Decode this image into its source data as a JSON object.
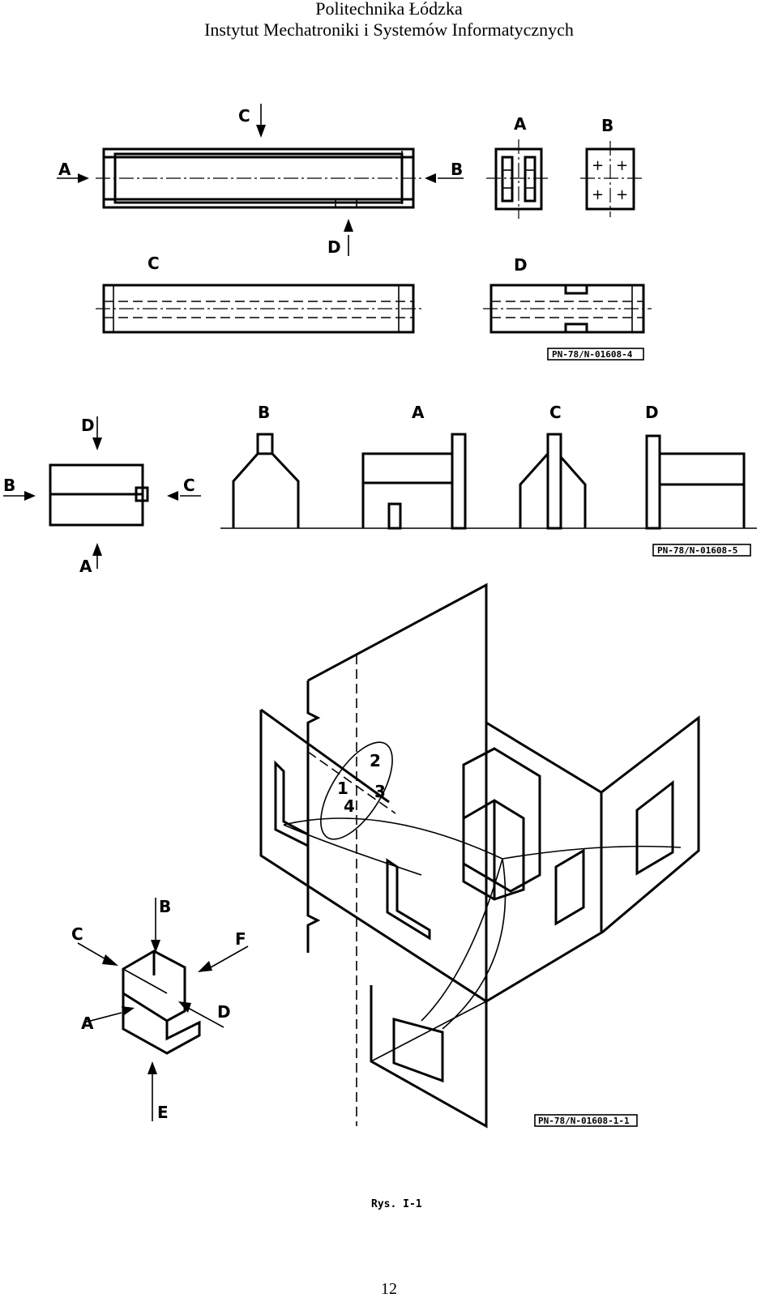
{
  "header": {
    "line1": "Politechnika Łódzka",
    "line2": "Instytut Mechatroniki i Systemów Informatycznych"
  },
  "figure1": {
    "labels": {
      "a": "A",
      "b": "B",
      "c": "C",
      "d": "D"
    },
    "standard": "PN-78/N-01608-4"
  },
  "figure2": {
    "labels": {
      "a": "A",
      "b": "B",
      "c": "C",
      "d": "D"
    },
    "standard": "PN-78/N-01608-5"
  },
  "figure3": {
    "labels": {
      "a": "A",
      "b": "B",
      "c": "C",
      "d": "D",
      "e": "E",
      "f": "F"
    },
    "quadrants": [
      "1",
      "2",
      "3",
      "4"
    ],
    "standard": "PN-78/N-01608-1-1"
  },
  "caption": "Rys. I-1",
  "page_number": "12"
}
